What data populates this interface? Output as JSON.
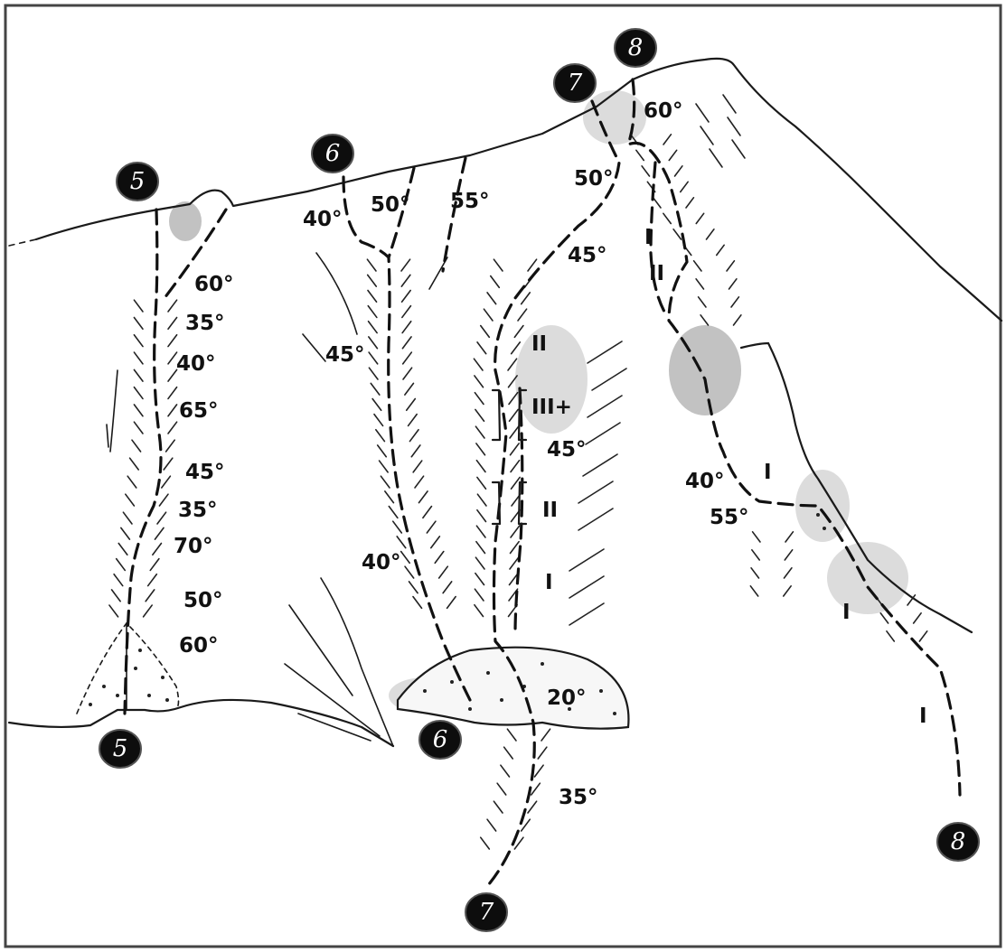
{
  "routes": [
    {
      "number": "5",
      "annotations": [
        "60°",
        "35°",
        "40°",
        "65°",
        "45°",
        "35°",
        "70°",
        "50°",
        "60°"
      ]
    },
    {
      "number": "6",
      "annotations": [
        "40°",
        "50°",
        "55°",
        "45°",
        "40°",
        "20°"
      ]
    },
    {
      "number": "7",
      "annotations": [
        "50°",
        "45°",
        "II",
        "III+",
        "45°",
        "II",
        "I",
        "35°"
      ]
    },
    {
      "number": "8",
      "annotations": [
        "60°",
        "I",
        "II",
        "40°",
        "I",
        "55°",
        "I",
        "I"
      ]
    }
  ],
  "style": {
    "ink": "#111111",
    "marker_fill": "#0d0d0d",
    "marker_text": "#ffffff",
    "shading": "#9a9a9a"
  }
}
